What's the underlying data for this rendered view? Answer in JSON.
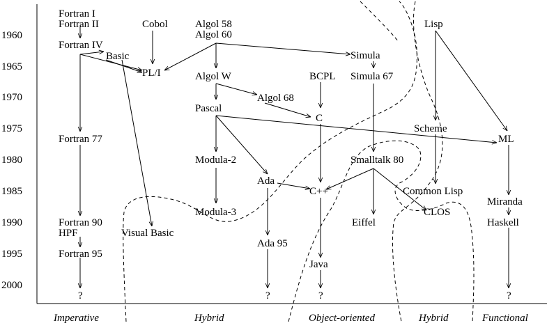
{
  "years": [
    "1960",
    "1965",
    "1970",
    "1975",
    "1980",
    "1985",
    "1990",
    "1995",
    "2000"
  ],
  "categories": [
    "Imperative",
    "Hybrid",
    "Object-oriented",
    "Hybrid",
    "Functional"
  ],
  "languages": {
    "fortran1": "Fortran I",
    "fortran2": "Fortran II",
    "fortran4": "Fortran IV",
    "basic": "Basic",
    "cobol": "Cobol",
    "pl1": "PL/I",
    "algol58": "Algol 58",
    "algol60": "Algol 60",
    "algolw": "Algol W",
    "algol68": "Algol 68",
    "pascal": "Pascal",
    "bcpl": "BCPL",
    "c": "C",
    "simula": "Simula",
    "simula67": "Simula 67",
    "lisp": "Lisp",
    "scheme": "Scheme",
    "ml": "ML",
    "fortran77": "Fortran 77",
    "modula2": "Modula-2",
    "smalltalk80": "Smalltalk 80",
    "ada": "Ada",
    "cpp": "C++",
    "commonlisp": "Common Lisp",
    "miranda": "Miranda",
    "modula3": "Modula-3",
    "clos": "CLOS",
    "fortran90": "Fortran 90",
    "hpf": "HPF",
    "eiffel": "Eiffel",
    "haskell": "Haskell",
    "visualbasic": "Visual Basic",
    "ada95": "Ada 95",
    "fortran95": "Fortran 95",
    "java": "Java",
    "q_imperative": "?",
    "q_ada": "?",
    "q_java": "?",
    "q_functional": "?"
  }
}
